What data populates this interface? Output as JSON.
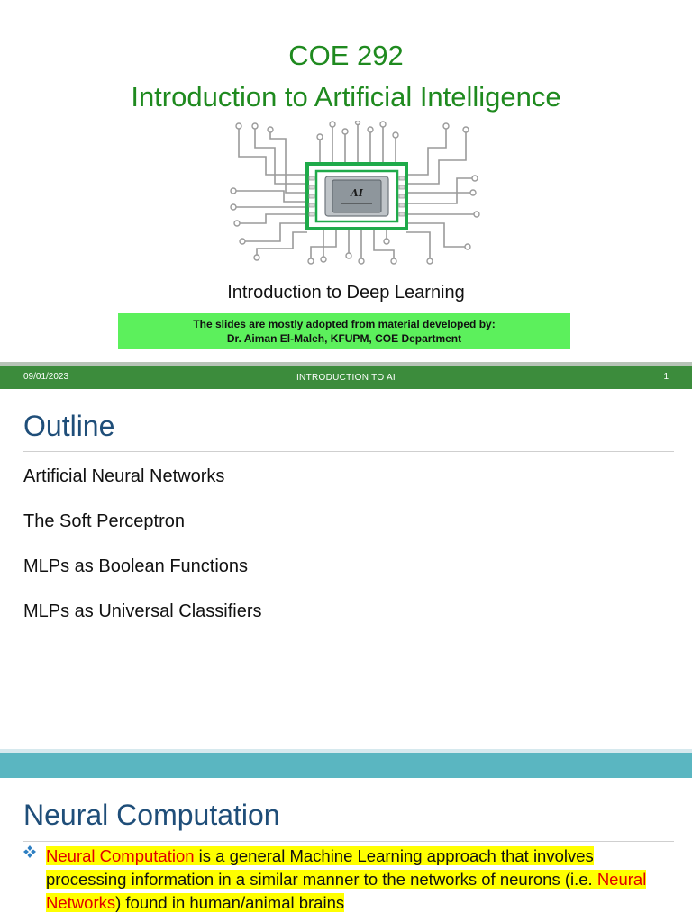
{
  "slide1": {
    "course_code": "COE 292",
    "course_title": "Introduction to Artificial Intelligence",
    "chip_icon": "circuit-chip-ai-icon",
    "chip_label": "AI",
    "lecture_title": "Introduction to Deep Learning",
    "credit_line1": "The slides are mostly adopted from material developed by:",
    "credit_line2": "Dr. Aiman El-Maleh, KFUPM, COE Department",
    "footer": {
      "date": "09/01/2023",
      "center": "INTRODUCTION TO AI",
      "page": "1"
    }
  },
  "slide2": {
    "heading": "Outline",
    "items": [
      "Artificial Neural Networks",
      "The Soft Perceptron",
      "MLPs as Boolean Functions",
      "MLPs as Universal Classifiers"
    ]
  },
  "slide3": {
    "heading": "Neural Computation",
    "bullet_icon": "diamond-bullet-icon",
    "paragraph": {
      "term1": "Neural Computation",
      "text1": " is a general Machine Learning approach that involves processing information in a similar manner to the networks of neurons (i.e. ",
      "term2": "Neural Networks",
      "text2": ") found in human/animal brains"
    }
  },
  "colors": {
    "title_green": "#1f8a1f",
    "credit_box": "#5cf05c",
    "footer_green": "#3c8c3c",
    "heading_blue": "#1f4e79",
    "divider_teal": "#5ab6c1",
    "highlight": "#ffff00",
    "term_red": "#e00000"
  }
}
